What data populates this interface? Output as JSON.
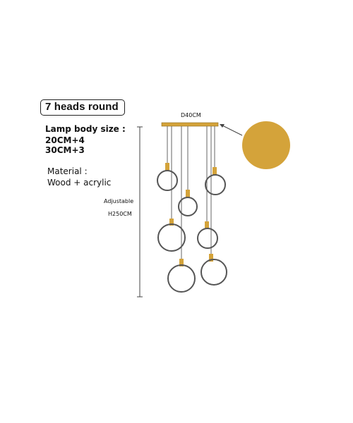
{
  "title": "7 heads round",
  "specs": {
    "size_label": "Lamp body size :",
    "size_values": [
      "20CM+4",
      "30CM+3"
    ],
    "material_label": "Material :",
    "material_value": "Wood + acrylic"
  },
  "dimensions": {
    "diameter": "D40CM",
    "adjustable_label": "Adjustable",
    "height": "H250CM"
  },
  "colors": {
    "gold": "#D4A33A",
    "ring": "#555555",
    "wire": "#666666",
    "dim_line": "#444444"
  }
}
